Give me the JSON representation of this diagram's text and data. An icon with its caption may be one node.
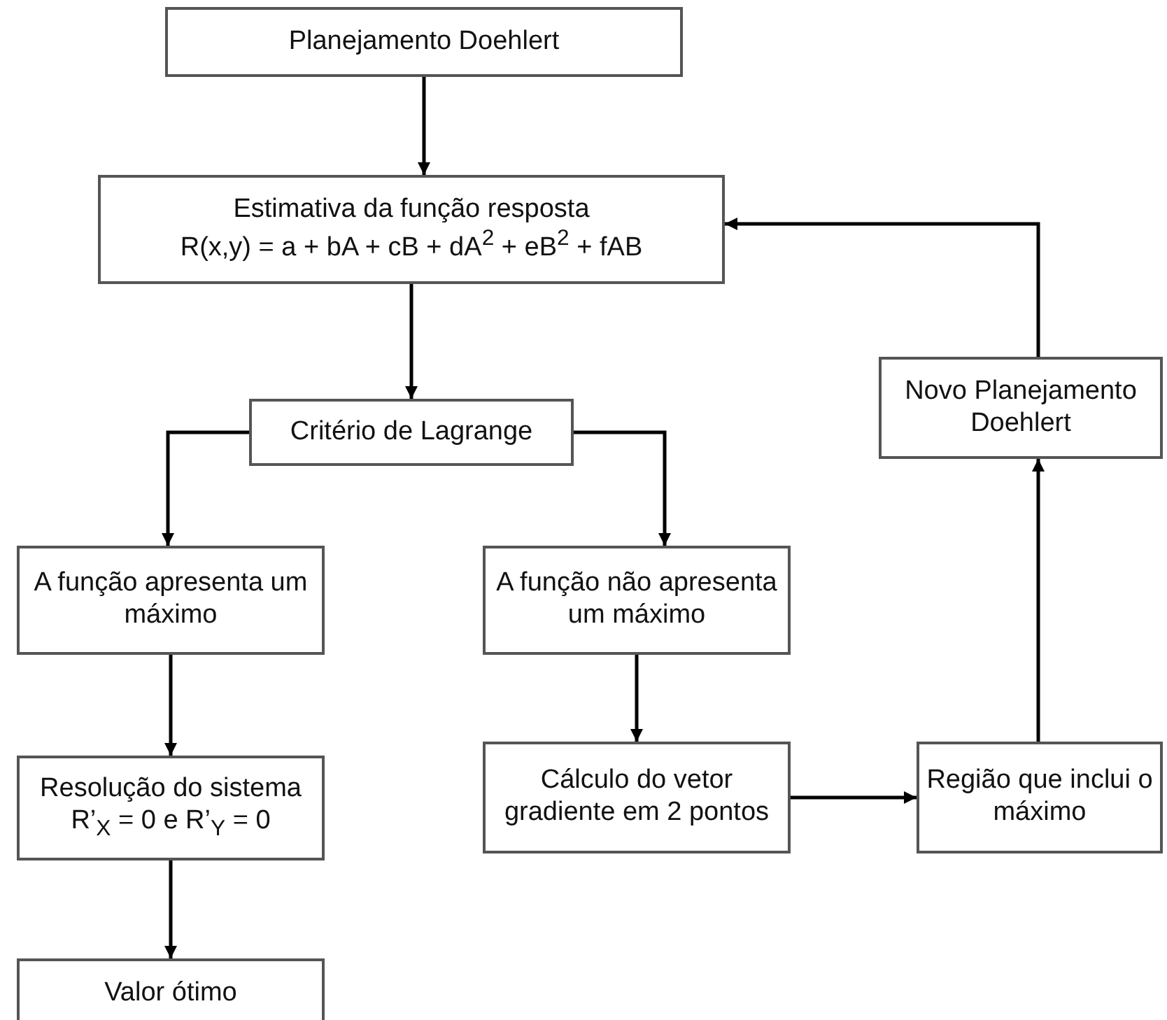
{
  "diagram": {
    "nodes": [
      {
        "text": [
          "Planejamento Doehlert"
        ]
      },
      {
        "text": [
          "Estimativa da função resposta",
          "R(x,y) = a + bA + cB + dA$^{2}$ + eB$^{2}$ + fAB"
        ]
      },
      {
        "text": [
          "Critério de Lagrange"
        ]
      },
      {
        "text": [
          "A função apresenta um máximo"
        ]
      },
      {
        "text": [
          "A função  não apresenta um máximo"
        ]
      },
      {
        "text": [
          "Resolução do sistema",
          "R’$_{X}$ = 0 e R’$_{Y}$ = 0"
        ]
      },
      {
        "text": [
          "Valor ótimo"
        ]
      },
      {
        "text": [
          "Cálculo do vetor gradiente em 2 pontos"
        ]
      },
      {
        "text": [
          "Região que inclui o máximo"
        ]
      },
      {
        "text": [
          "Novo Planejamento Doehlert"
        ]
      }
    ],
    "edges": [
      {
        "from": 0,
        "to": 1,
        "arrow": "to"
      },
      {
        "from": 1,
        "to": 2,
        "arrow": "to"
      },
      {
        "from": 2,
        "to": 3,
        "arrow": "to"
      },
      {
        "from": 2,
        "to": 4,
        "arrow": "to"
      },
      {
        "from": 3,
        "to": 5,
        "arrow": "to"
      },
      {
        "from": 5,
        "to": 6,
        "arrow": "to"
      },
      {
        "from": 4,
        "to": 7,
        "arrow": "to"
      },
      {
        "from": 7,
        "to": 8,
        "arrow": "to"
      },
      {
        "from": 8,
        "to": 9,
        "arrow": "to"
      },
      {
        "from": 9,
        "to": 1,
        "arrow": "to"
      }
    ]
  }
}
